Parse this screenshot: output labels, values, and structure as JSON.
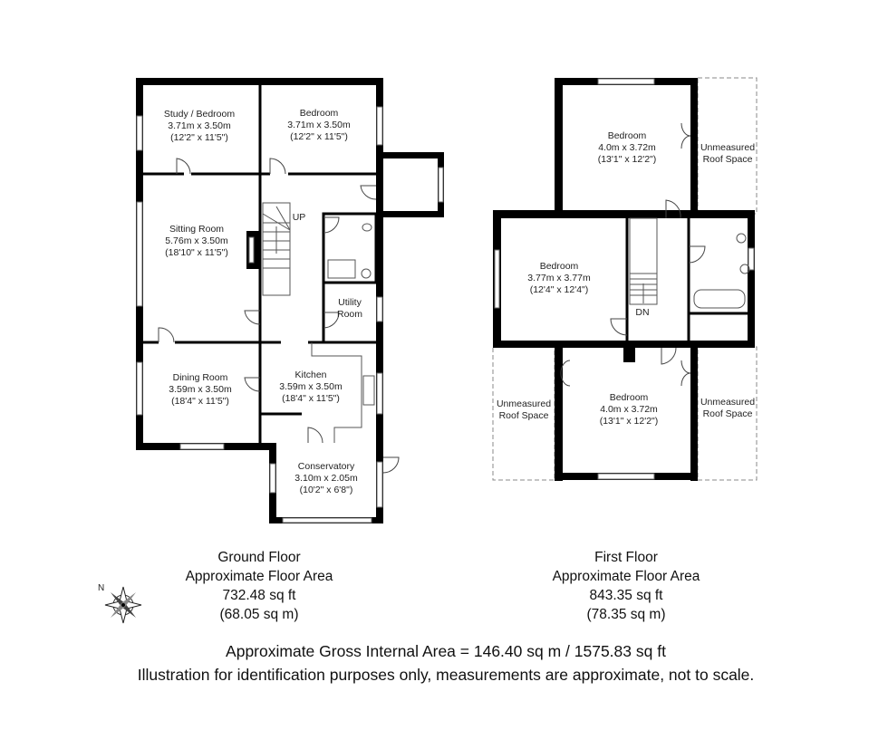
{
  "ground_floor": {
    "rooms": [
      {
        "name": "Study / Bedroom",
        "metric": "3.71m x 3.50m",
        "imperial": "(12'2\" x 11'5\")"
      },
      {
        "name": "Bedroom",
        "metric": "3.71m x 3.50m",
        "imperial": "(12'2\" x 11'5\")"
      },
      {
        "name": "Sitting Room",
        "metric": "5.76m x 3.50m",
        "imperial": "(18'10\" x 11'5\")"
      },
      {
        "name": "Dining Room",
        "metric": "3.59m x 3.50m",
        "imperial": "(18'4\" x 11'5\")"
      },
      {
        "name": "Kitchen",
        "metric": "3.59m x 3.50m",
        "imperial": "(18'4\" x 11'5\")"
      },
      {
        "name": "Conservatory",
        "metric": "3.10m x 2.05m",
        "imperial": "(10'2\" x 6'8\")"
      }
    ],
    "utility_line1": "Utility",
    "utility_line2": "Room",
    "stairs_label": "UP",
    "summary": {
      "title": "Ground Floor",
      "subtitle": "Approximate Floor Area",
      "sqft": "732.48 sq ft",
      "sqm": "(68.05 sq m)"
    }
  },
  "first_floor": {
    "rooms": [
      {
        "name": "Bedroom",
        "metric": "4.0m x 3.72m",
        "imperial": "(13'1\" x 12'2\")"
      },
      {
        "name": "Bedroom",
        "metric": "3.77m x 3.77m",
        "imperial": "(12'4\" x 12'4\")"
      },
      {
        "name": "Bedroom",
        "metric": "4.0m x 3.72m",
        "imperial": "(13'1\" x 12'2\")"
      }
    ],
    "roof_line1": "Unmeasured",
    "roof_line2": "Roof Space",
    "stairs_label": "DN",
    "summary": {
      "title": "First Floor",
      "subtitle": "Approximate Floor Area",
      "sqft": "843.35 sq ft",
      "sqm": "(78.35 sq m)"
    }
  },
  "compass_label": "N",
  "footer": {
    "gross_area": "Approximate Gross Internal Area = 146.40 sq m / 1575.83 sq ft",
    "disclaimer": "Illustration for identification purposes only, measurements are approximate, not to scale."
  }
}
